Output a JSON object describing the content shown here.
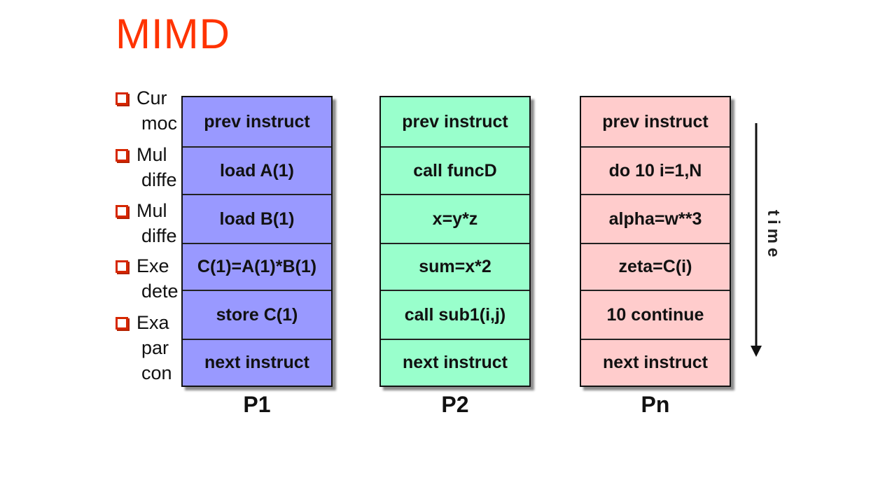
{
  "slide": {
    "title": "MIMD"
  },
  "bullets": [
    {
      "line1": "Cur",
      "line2": "moc"
    },
    {
      "line1": "Mul",
      "line2": "diffe"
    },
    {
      "line1": "Mul",
      "line2": "diffe"
    },
    {
      "line1": "Exe",
      "line2": "dete"
    },
    {
      "line1": "Exa",
      "line2": "par",
      "line3": "con"
    }
  ],
  "processors": [
    {
      "label": "P1",
      "color": "#9999ff",
      "cells": [
        "prev instruct",
        "load A(1)",
        "load B(1)",
        "C(1)=A(1)*B(1)",
        "store C(1)",
        "next instruct"
      ]
    },
    {
      "label": "P2",
      "color": "#99ffcc",
      "cells": [
        "prev instruct",
        "call funcD",
        "x=y*z",
        "sum=x*2",
        "call sub1(i,j)",
        "next instruct"
      ]
    },
    {
      "label": "Pn",
      "color": "#ffcccc",
      "cells": [
        "prev instruct",
        "do 10 i=1,N",
        "alpha=w**3",
        "zeta=C(i)",
        "10 continue",
        "next instruct"
      ]
    }
  ],
  "time_axis": {
    "label": "time"
  }
}
